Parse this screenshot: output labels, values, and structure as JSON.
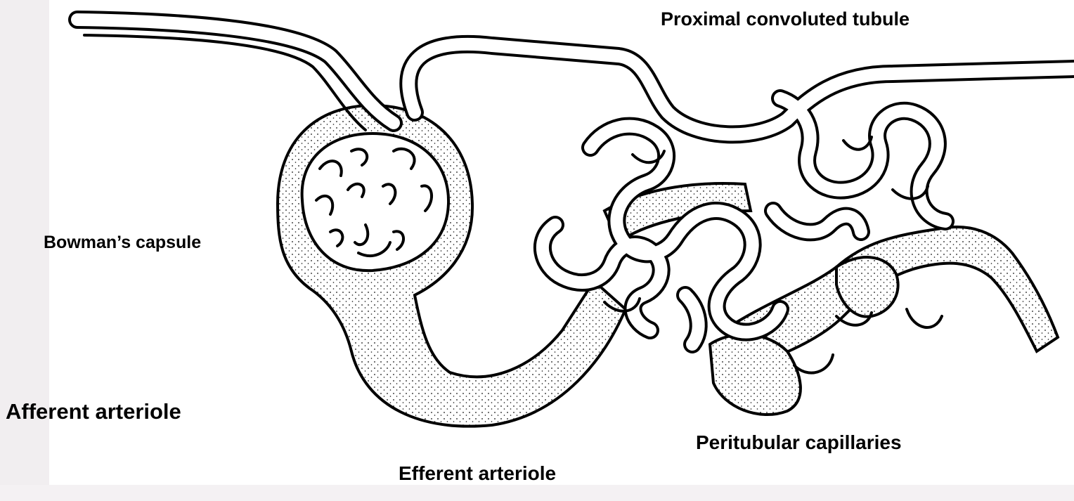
{
  "labels": {
    "proximal_convoluted_tubule": "Proximal convoluted tubule",
    "bowmans_capsule": "Bowman’s capsule",
    "afferent_arteriole": "Afferent arteriole",
    "peritubular_capillaries": "Peritubular capillaries",
    "efferent_arteriole": "Efferent arteriole"
  },
  "colors": {
    "ink": "#000000",
    "paper": "#ffffff",
    "stipple": "#111111",
    "shade": "#ede8eb"
  }
}
